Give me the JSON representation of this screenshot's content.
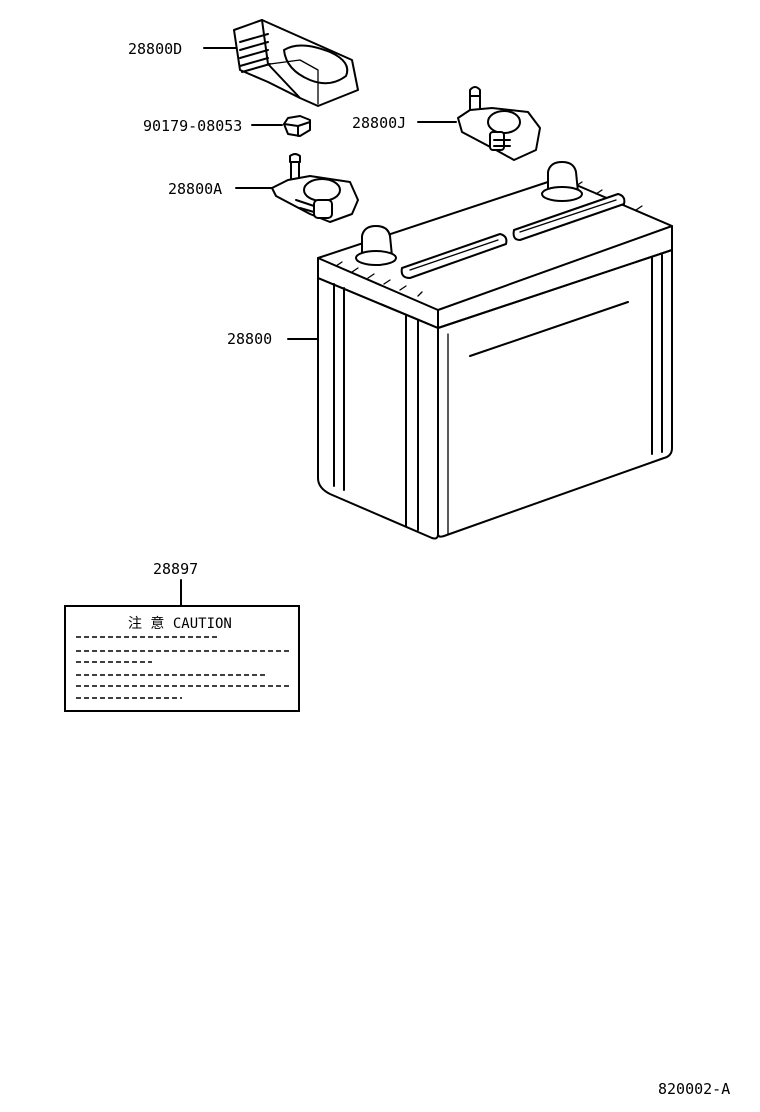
{
  "labels": {
    "part_28800D": "28800D",
    "part_90179": "90179-08053",
    "part_28800J": "28800J",
    "part_28800A": "28800A",
    "part_28800": "28800",
    "part_28897": "28897"
  },
  "caution_label": {
    "heading": "注 意 CAUTION"
  },
  "drawing_number": "820002-A"
}
